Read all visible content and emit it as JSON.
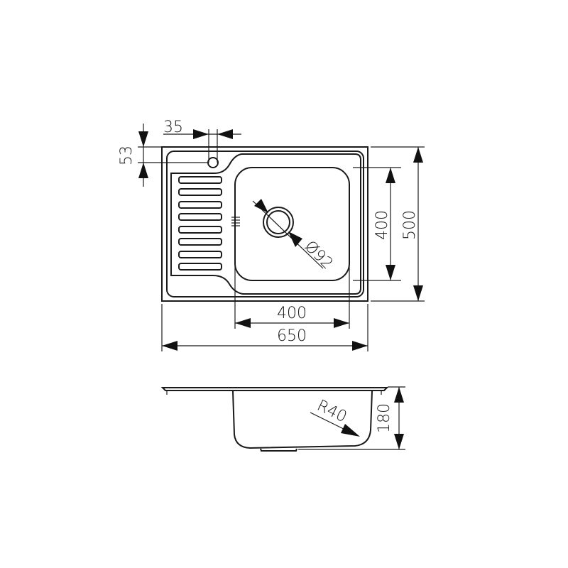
{
  "drawing": {
    "top_view": {
      "tap_hole_offset_x": "35",
      "tap_hole_offset_y": "53",
      "bowl_depth_dim": "400",
      "overall_depth_dim": "500",
      "bowl_width_dim": "400",
      "overall_width_dim": "650",
      "drain_diameter": "Ø92"
    },
    "side_view": {
      "height_dim": "180",
      "corner_radius": "R40"
    },
    "line_color": "#1a1a1a"
  }
}
